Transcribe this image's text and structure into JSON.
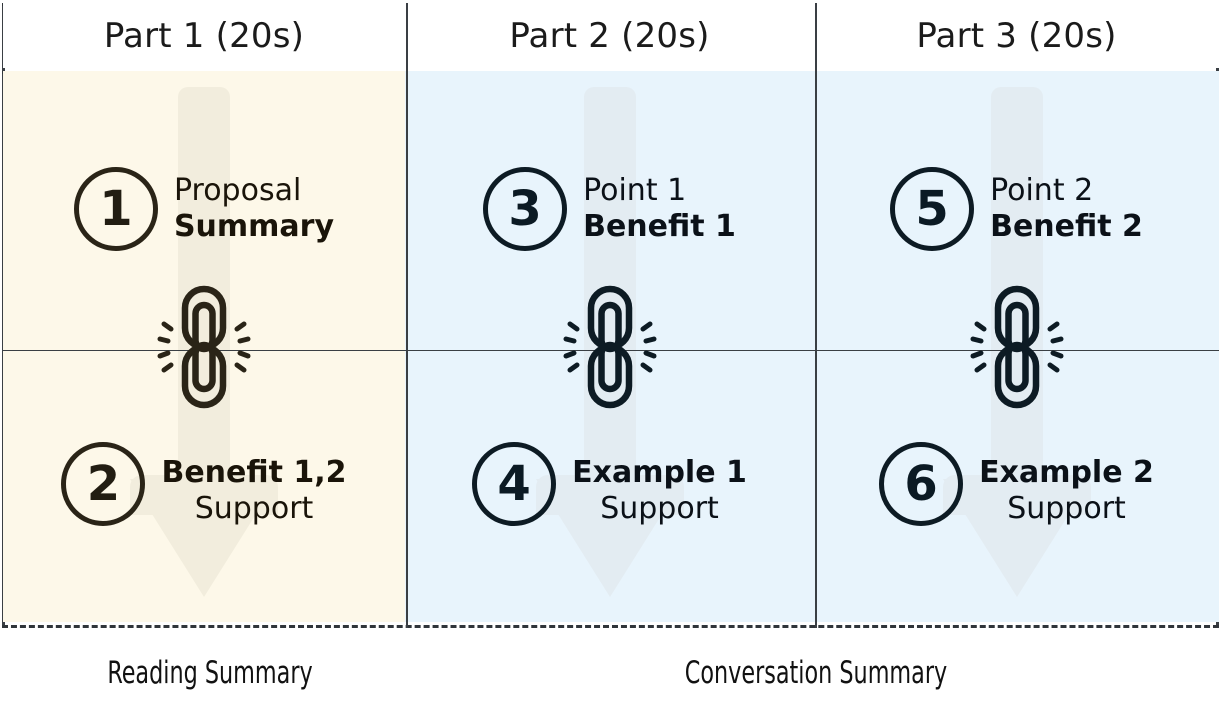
{
  "headers": [
    {
      "label": "Part 1 (20s)"
    },
    {
      "label": "Part 2 (20s)"
    },
    {
      "label": "Part 3 (20s)"
    }
  ],
  "columns": [
    {
      "theme": "cream",
      "accent": "#fdf8e9",
      "arrow_color": "#f2eddd",
      "ink": "#221d12",
      "top": {
        "number": "1",
        "line1": "Proposal",
        "line2": "Summary",
        "bold_line": "line2"
      },
      "bottom": {
        "number": "2",
        "line1": "Benefit 1,2",
        "line2": "Support",
        "bold_line": "line1"
      },
      "link_icon": "chain-link-icon"
    },
    {
      "theme": "blue",
      "accent": "#e8f4fc",
      "arrow_color": "#e3ecf2",
      "ink": "#0b1a24",
      "top": {
        "number": "3",
        "line1": "Point 1",
        "line2": "Benefit 1",
        "bold_line": "line2"
      },
      "bottom": {
        "number": "4",
        "line1": "Example 1",
        "line2": "Support",
        "bold_line": "line1"
      },
      "link_icon": "chain-link-icon"
    },
    {
      "theme": "blue",
      "accent": "#e8f4fc",
      "arrow_color": "#e3ecf2",
      "ink": "#0b1a24",
      "top": {
        "number": "5",
        "line1": "Point 2",
        "line2": "Benefit 2",
        "bold_line": "line2"
      },
      "bottom": {
        "number": "6",
        "line1": "Example 2",
        "line2": "Support",
        "bold_line": "line1"
      },
      "link_icon": "chain-link-icon"
    }
  ],
  "captions": {
    "left": "Reading Summary",
    "right": "Conversation  Summary"
  },
  "colors": {
    "cream_panel": "#fdf8e9",
    "blue_panel": "#e8f4fc",
    "border": "#3a3f44",
    "cream_ink": "#221d12",
    "blue_ink": "#0b1a24",
    "cream_arrow": "#f2eddd",
    "blue_arrow": "#e3ecf2"
  }
}
